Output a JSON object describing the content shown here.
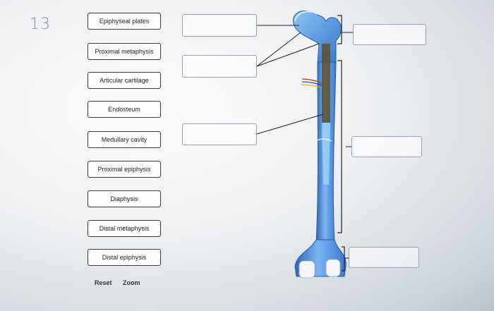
{
  "question": {
    "number": "13"
  },
  "terms": [
    {
      "label": "Epiphyseal plates"
    },
    {
      "label": "Proximal metaphysis"
    },
    {
      "label": "Articular cartilage"
    },
    {
      "label": "Endosteum"
    },
    {
      "label": "Medullary cavity"
    },
    {
      "label": "Proximal epiphysis"
    },
    {
      "label": "Diaphysis"
    },
    {
      "label": "Distal metaphysis"
    },
    {
      "label": "Distal epiphysis"
    }
  ],
  "controls": {
    "reset_label": "Reset",
    "zoom_label": "Zoom"
  },
  "colors": {
    "bone": "#4f8fe0",
    "bone_light": "#7ab4f0",
    "bone_dark": "#2f67b8",
    "cavity": "#5a5030",
    "line": "#222222"
  }
}
